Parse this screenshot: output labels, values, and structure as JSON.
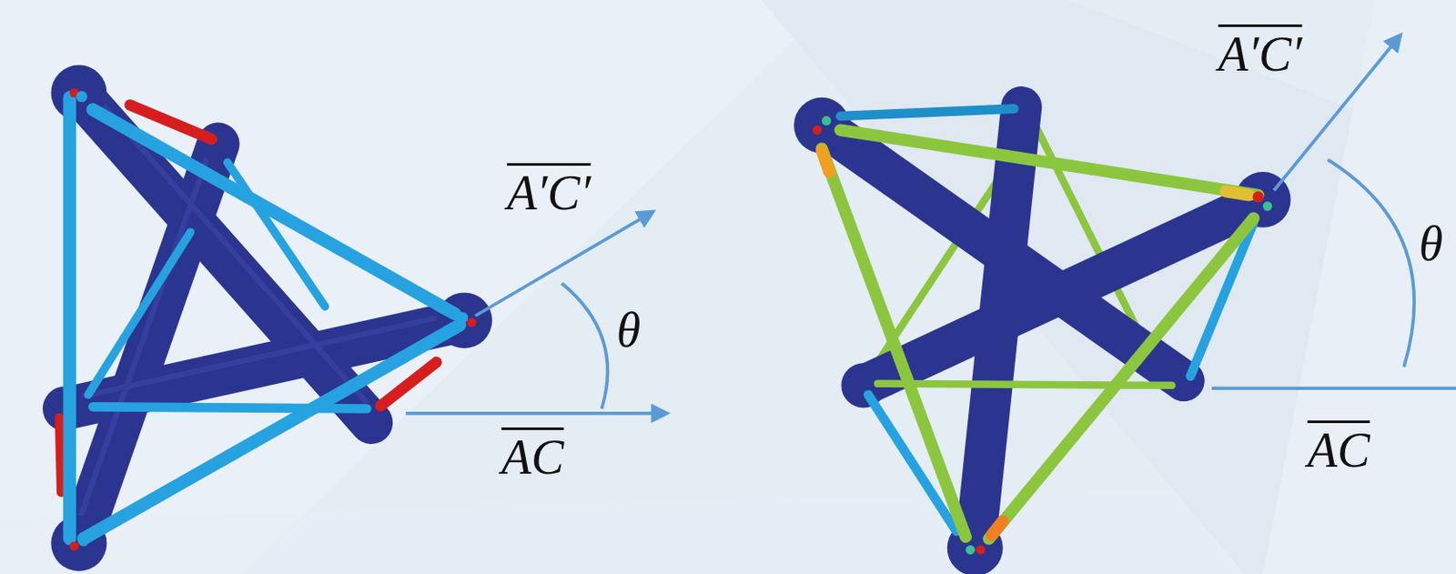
{
  "diagram": {
    "labels": [
      "A′C′",
      "θ",
      "AC",
      "A′C′",
      "θ",
      "AC"
    ]
  }
}
